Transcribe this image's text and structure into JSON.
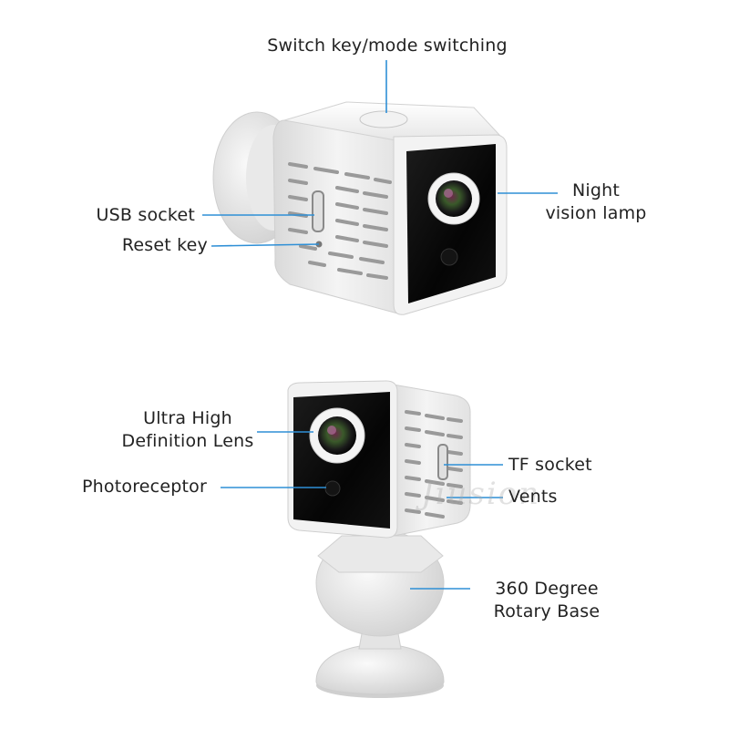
{
  "colors": {
    "callout_line": "#2e8fd6",
    "text": "#222222",
    "background": "#ffffff"
  },
  "watermark": "Jiusion",
  "top_camera": {
    "labels": {
      "switch_key": "Switch key/mode switching",
      "usb_socket": "USB socket",
      "reset_key": "Reset key",
      "night_vision_line1": "Night",
      "night_vision_line2": "vision lamp"
    }
  },
  "bottom_camera": {
    "labels": {
      "lens_line1": "Ultra High",
      "lens_line2": "Definition Lens",
      "photoreceptor": "Photoreceptor",
      "tf_socket": "TF socket",
      "vents": "Vents",
      "base_line1": "360 Degree",
      "base_line2": "Rotary Base"
    }
  }
}
